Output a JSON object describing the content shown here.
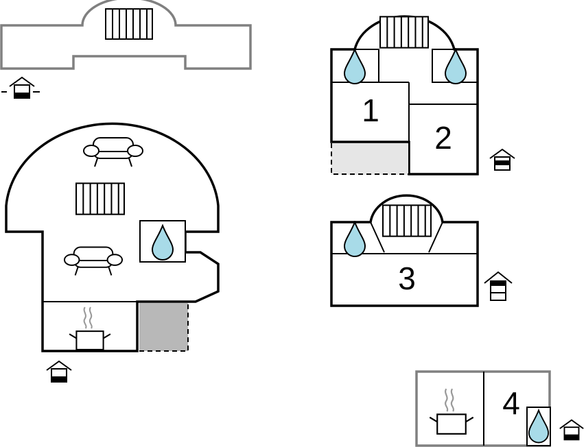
{
  "floor_plan": {
    "rooms": [
      {
        "number": "1"
      },
      {
        "number": "2"
      },
      {
        "number": "3"
      },
      {
        "number": "4"
      }
    ],
    "icons": {
      "radiator": "radiator-icon",
      "sofa": "sofa-icon",
      "water": "water-drop-icon",
      "stove": "cooking-pot-icon",
      "floor_indicator": "house-floor-indicator-icon"
    },
    "colors": {
      "wall": "#000000",
      "outbuilding_wall": "#808080",
      "water": "#a8dbe8",
      "terrace_light": "#e6e6e6",
      "terrace_dark": "#b8b8b8"
    }
  }
}
